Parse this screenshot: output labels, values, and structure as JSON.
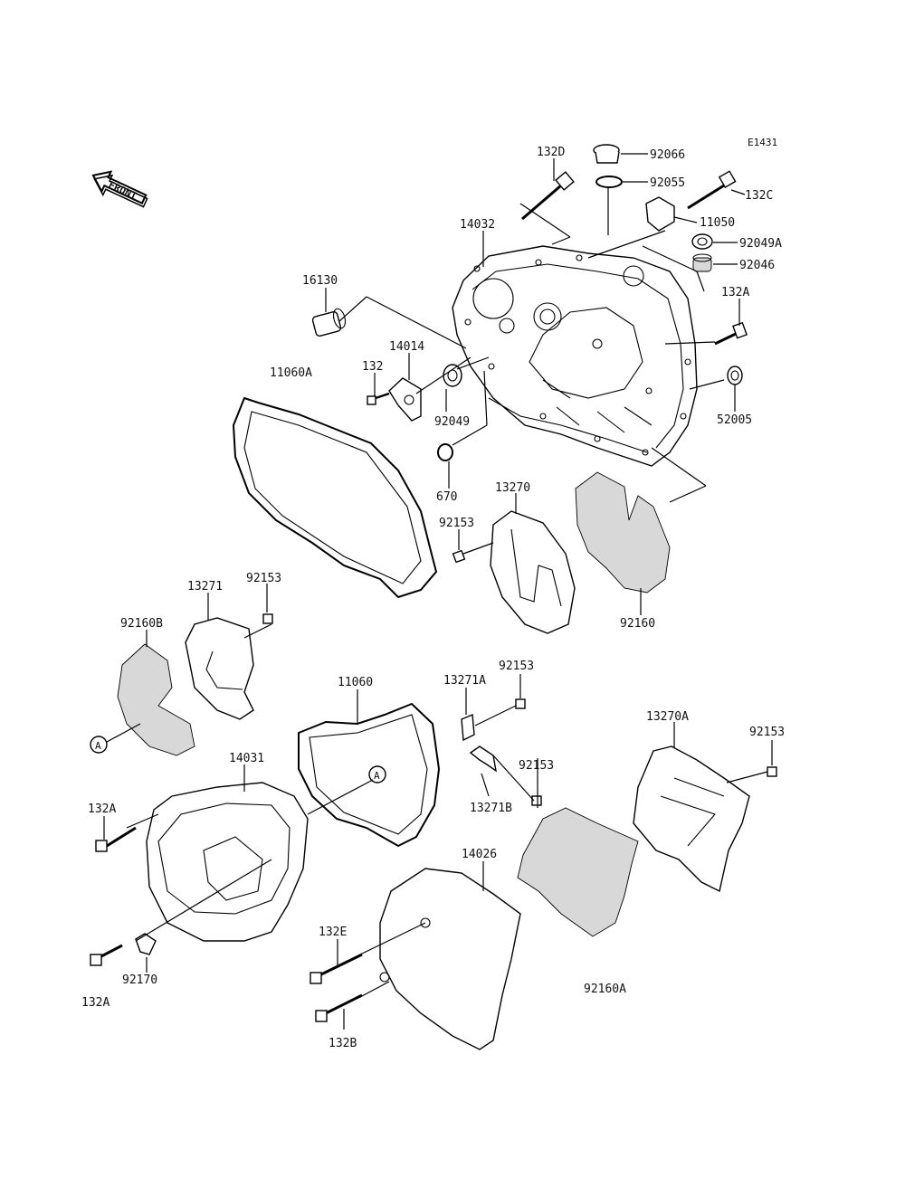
{
  "diagram_id": "E1431",
  "front_label": "FRONT",
  "callouts": {
    "p132D": "132D",
    "p92066": "92066",
    "p92055": "92055",
    "p132C": "132C",
    "p11050": "11050",
    "p92049A": "92049A",
    "p92046": "92046",
    "p14032": "14032",
    "p132A_top": "132A",
    "p16130": "16130",
    "p14014": "14014",
    "p11060A": "11060A",
    "p132": "132",
    "p92049": "92049",
    "p52005": "52005",
    "p670": "670",
    "p13270": "13270",
    "p92153_a": "92153",
    "p92160": "92160",
    "p13271": "13271",
    "p92153_b": "92153",
    "p92160B": "92160B",
    "p11060": "11060",
    "p13271A": "13271A",
    "p92153_c": "92153",
    "p92153_d": "92153",
    "p13271B": "13271B",
    "p13270A": "13270A",
    "p92153_e": "92153",
    "p14031": "14031",
    "p132A_left": "132A",
    "p14026": "14026",
    "p132E": "132E",
    "p92170": "92170",
    "p132A_bottom": "132A",
    "p92160A": "92160A",
    "p132B": "132B"
  },
  "ref_markers": {
    "a1": "A",
    "a2": "A"
  }
}
